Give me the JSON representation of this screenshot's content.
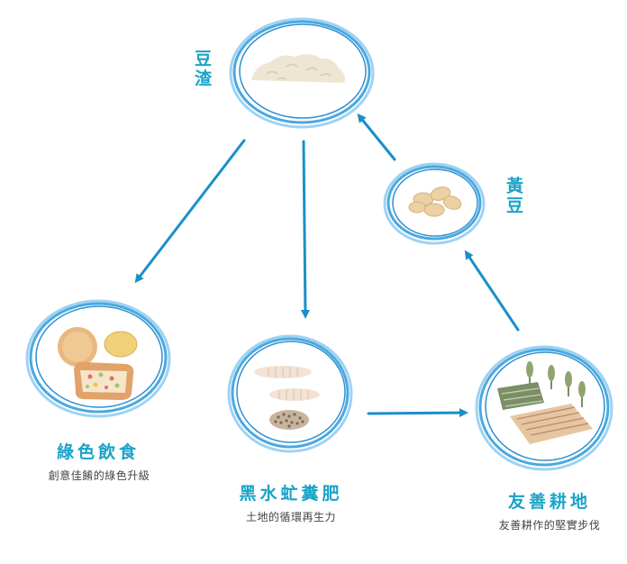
{
  "colors": {
    "accent": "#1aa3c8",
    "arrow": "#1a8fc9",
    "ring": "#4aa9e0",
    "ring_light": "#9fd2f2",
    "subtitle": "#444444"
  },
  "nodes": {
    "okara": {
      "label": "豆渣"
    },
    "soybean": {
      "label": "黃豆"
    },
    "green_food": {
      "title": "綠色飲食",
      "subtitle": "創意佳餚的綠色升級"
    },
    "bsf_manure": {
      "title": "黑水虻糞肥",
      "subtitle": "土地的循環再生力"
    },
    "friendly_farm": {
      "title": "友善耕地",
      "subtitle": "友善耕作的堅實步伐"
    }
  },
  "icons": {
    "okara": "okara-pile-icon",
    "soybean": "soybeans-icon",
    "green_food": "baked-food-icon",
    "bsf_manure": "larvae-and-compost-icon",
    "friendly_farm": "farm-field-icon"
  }
}
